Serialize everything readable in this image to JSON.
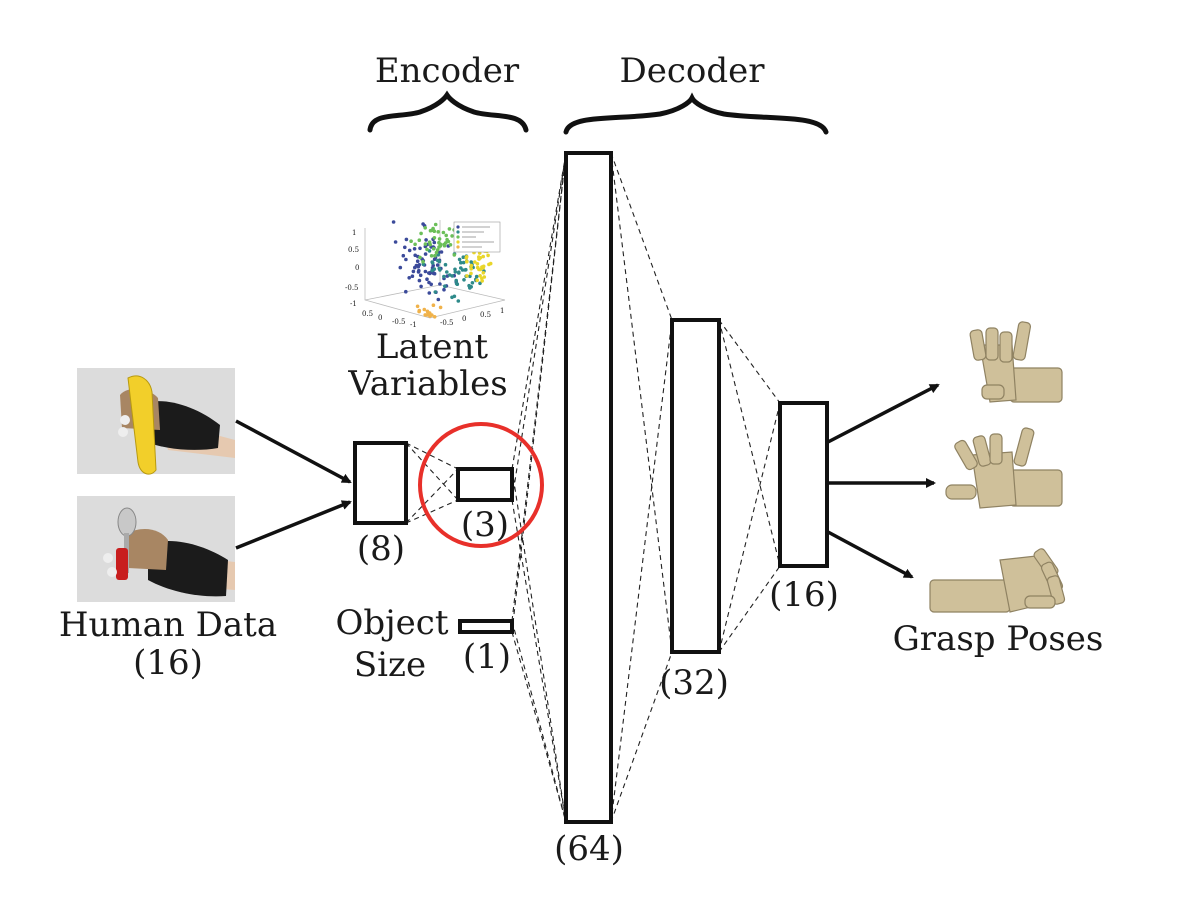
{
  "braces": {
    "encoder": "Encoder",
    "decoder": "Decoder"
  },
  "latent_plot": {
    "label_line1": "Latent",
    "label_line2": "Variables",
    "y_ticks": [
      "1",
      "0.5",
      "0",
      "-0.5",
      "-1"
    ],
    "x_ticks": [
      "0.5",
      "0",
      "-0.5",
      "-1",
      "-0.5",
      "0",
      "0.5",
      "1"
    ],
    "legend_colors": [
      "#3b4a9a",
      "#2e8a8a",
      "#6bbf59",
      "#e9d62a",
      "#f0b24a"
    ]
  },
  "inputs": {
    "human_data_line1": "Human Data",
    "human_data_line2": "(16)",
    "object_size_line1": "Object",
    "object_size_line2": "Size"
  },
  "layers": {
    "l8": "(8)",
    "l3": "(3)",
    "l1": "(1)",
    "l64": "(64)",
    "l32": "(32)",
    "l16": "(16)"
  },
  "outputs": {
    "grasp_poses": "Grasp Poses"
  },
  "colors": {
    "highlight_circle": "#e8302a",
    "banana": "#f2cf2a",
    "glove": "#1b1b1b",
    "wood": "#cfc09a",
    "wood_dark": "#8f8262",
    "photo_bg": "#d9d9d9"
  }
}
